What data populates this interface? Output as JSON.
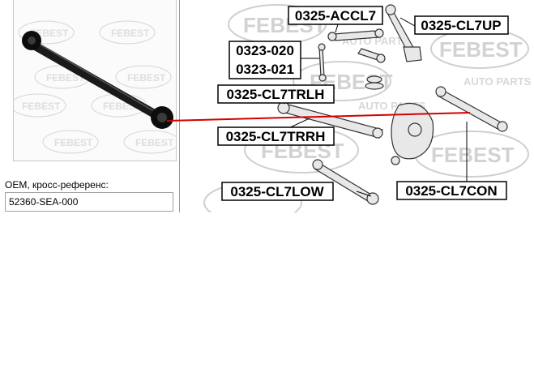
{
  "oem_section": {
    "label": "OEM, кросс-референс:",
    "value": "52360-SEA-000"
  },
  "watermark": {
    "brand": "FEBEST",
    "tagline": "AUTO PARTS"
  },
  "parts": {
    "accl7": "0325-ACCL7",
    "cl7up": "0325-CL7UP",
    "p0323_020": "0323-020",
    "p0323_021": "0323-021",
    "cl7trlh": "0325-CL7TRLH",
    "cl7trrh": "0325-CL7TRRH",
    "cl7low": "0325-CL7LOW",
    "cl7con": "0325-CL7CON"
  },
  "colors": {
    "pointer": "#d40000",
    "label_border": "#000000",
    "label_bg": "#ffffff"
  }
}
